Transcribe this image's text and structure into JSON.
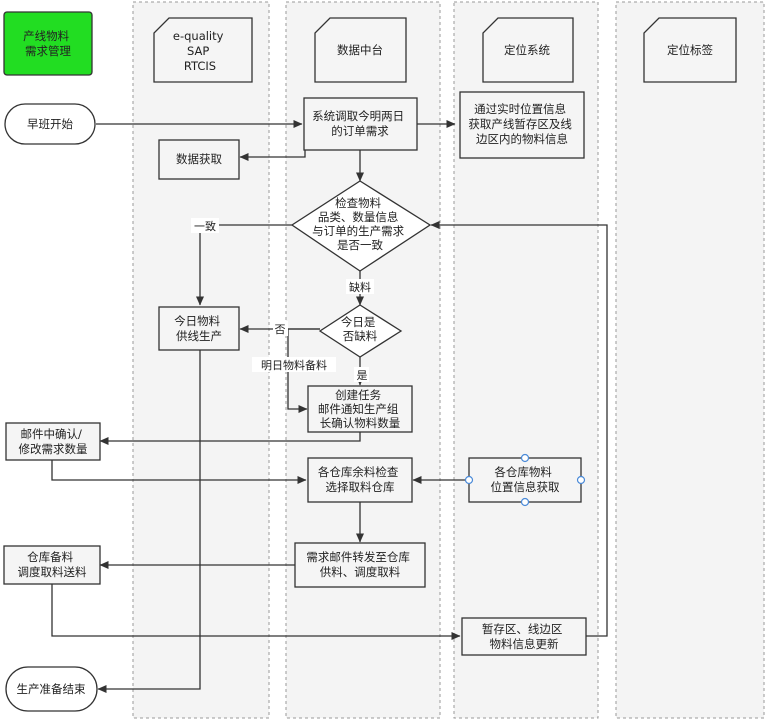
{
  "diagram": {
    "title": [
      "产线物料",
      "需求管理"
    ],
    "lanes": [
      {
        "key": "equality",
        "title": [
          "e-quality",
          "SAP",
          "RTCIS"
        ]
      },
      {
        "key": "datacenter",
        "title": [
          "数据中台"
        ]
      },
      {
        "key": "positioning",
        "title": [
          "定位系统"
        ]
      },
      {
        "key": "tags",
        "title": [
          "定位标签"
        ]
      }
    ],
    "nodes": {
      "start": [
        "早班开始"
      ],
      "call_orders": [
        "系统调取今明两日",
        "的订单需求"
      ],
      "get_positions": [
        "通过实时位置信息",
        "获取产线暂存区及线",
        "边区内的物料信息"
      ],
      "data_fetch": [
        "数据获取"
      ],
      "check_consistency": [
        "检查物料",
        "品类、数量信息",
        "与订单的生产需求",
        "是否一致"
      ],
      "today_supply": [
        "今日物料",
        "供线生产"
      ],
      "today_shortage": [
        "今日是",
        "否缺料"
      ],
      "create_task": [
        "创建任务",
        "邮件通知生产组",
        "长确认物料数量"
      ],
      "email_confirm": [
        "邮件中确认/",
        "修改需求数量"
      ],
      "warehouse_check": [
        "各仓库余料检查",
        "选择取料仓库"
      ],
      "warehouse_positions": [
        "各仓库物料",
        "位置信息获取"
      ],
      "forward_email": [
        "需求邮件转发至仓库",
        "供料、调度取料"
      ],
      "warehouse_prep": [
        "仓库备料",
        "调度取料送料"
      ],
      "update_info": [
        "暂存区、线边区",
        "物料信息更新"
      ],
      "end": [
        "生产准备结束"
      ]
    },
    "labels": {
      "consistent": "一致",
      "shortage": "缺料",
      "no": "否",
      "yes": "是",
      "tomorrow_prep": "明日物料备料"
    }
  }
}
